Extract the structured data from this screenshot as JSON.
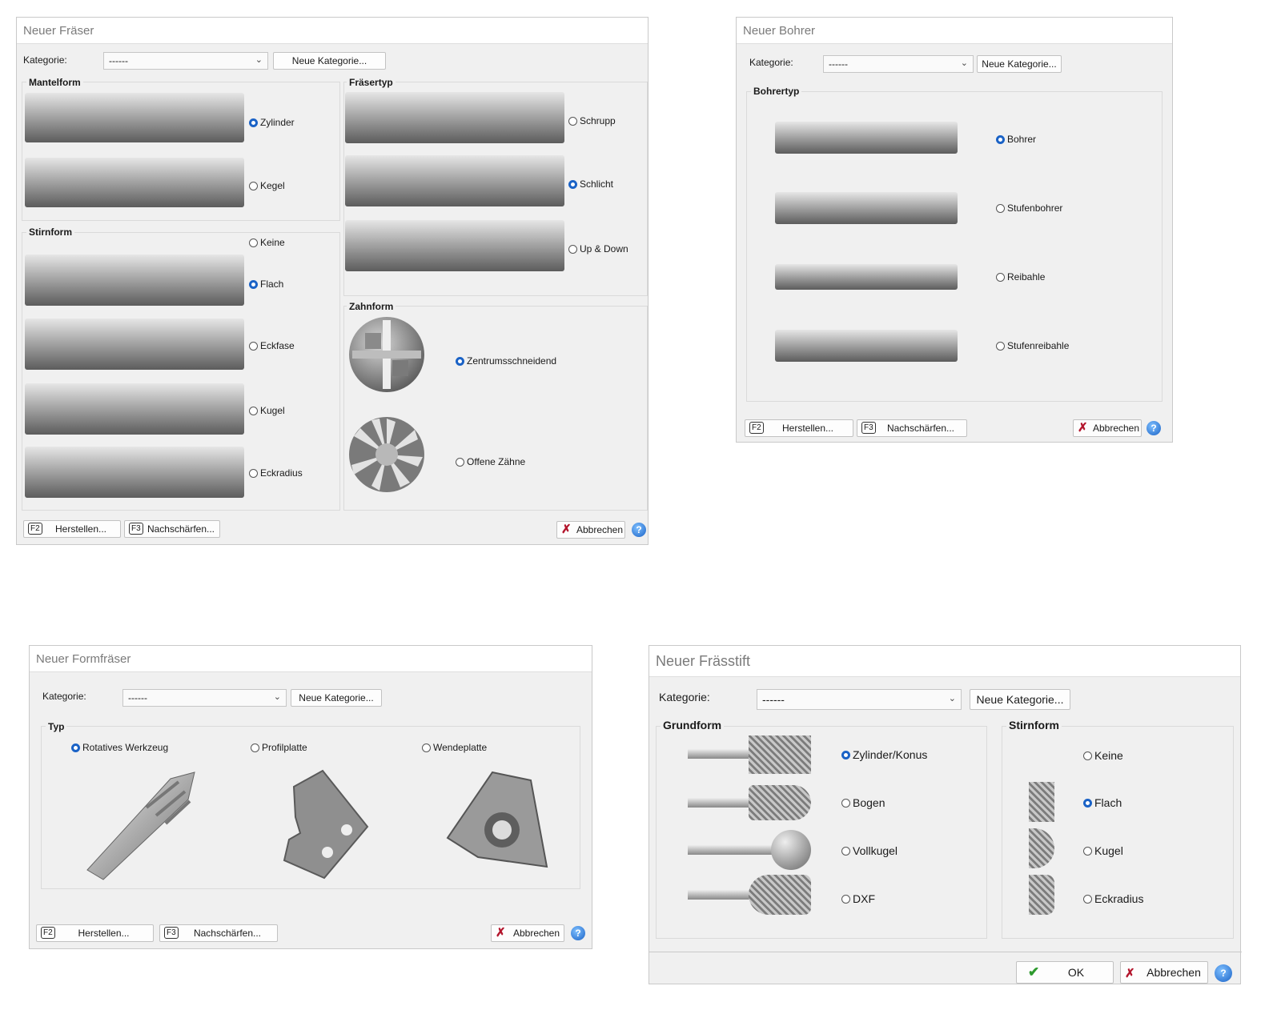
{
  "common": {
    "category_label": "Kategorie:",
    "category_value": "------",
    "new_category": "Neue Kategorie...",
    "f2": "F2",
    "f3": "F3",
    "make": "Herstellen...",
    "sharpen": "Nachschärfen...",
    "cancel": "Abbrechen",
    "ok": "OK",
    "help": "?"
  },
  "fraeser": {
    "title": "Neuer Fräser",
    "mantelform": {
      "title": "Mantelform",
      "options": [
        "Zylinder",
        "Kegel"
      ],
      "selected": 0
    },
    "stirnform": {
      "title": "Stirnform",
      "options": [
        "Keine",
        "Flach",
        "Eckfase",
        "Kugel",
        "Eckradius"
      ],
      "selected": 1
    },
    "fraesertyp": {
      "title": "Fräsertyp",
      "options": [
        "Schrupp",
        "Schlicht",
        "Up & Down"
      ],
      "selected": 1
    },
    "zahnform": {
      "title": "Zahnform",
      "options": [
        "Zentrumsschneidend",
        "Offene Zähne"
      ],
      "selected": 0
    }
  },
  "bohrer": {
    "title": "Neuer Bohrer",
    "bohrertyp": {
      "title": "Bohrertyp",
      "options": [
        "Bohrer",
        "Stufenbohrer",
        "Reibahle",
        "Stufenreibahle"
      ],
      "selected": 0
    }
  },
  "formfraeser": {
    "title": "Neuer Formfräser",
    "typ": {
      "title": "Typ",
      "options": [
        "Rotatives Werkzeug",
        "Profilplatte",
        "Wendeplatte"
      ],
      "selected": 0
    }
  },
  "fraesstift": {
    "title": "Neuer Frässtift",
    "grundform": {
      "title": "Grundform",
      "options": [
        "Zylinder/Konus",
        "Bogen",
        "Vollkugel",
        "DXF"
      ],
      "selected": 0
    },
    "stirnform": {
      "title": "Stirnform",
      "options": [
        "Keine",
        "Flach",
        "Kugel",
        "Eckradius"
      ],
      "selected": 1
    }
  },
  "colors": {
    "accent": "#1a62c6",
    "cancel_x": "#b3152c",
    "ok_check": "#2e9a2e"
  }
}
